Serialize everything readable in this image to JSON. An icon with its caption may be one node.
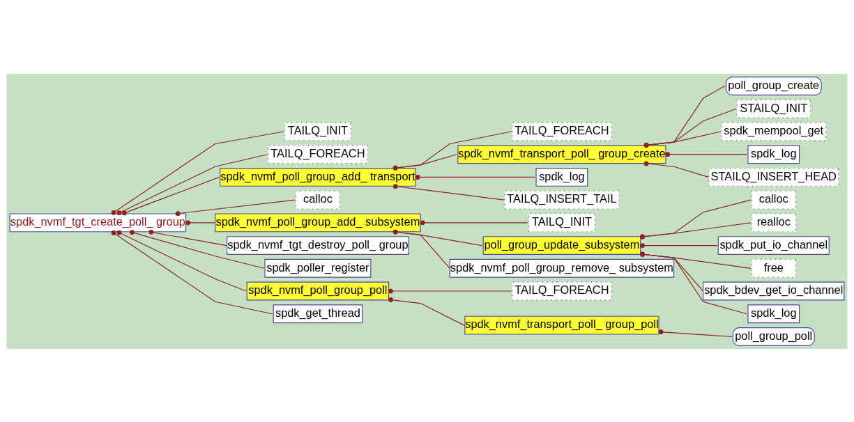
{
  "diagram": {
    "nodes": [
      {
        "text": [
          "spdk_nvmf_tgt_create_poll_ group"
        ]
      },
      {
        "text": [
          "TAILQ_INIT"
        ]
      },
      {
        "text": [
          "TAILQ_FOREACH"
        ]
      },
      {
        "text": [
          "spdk_nvmf_poll_group_add_ transport"
        ]
      },
      {
        "text": [
          "calloc"
        ]
      },
      {
        "text": [
          "spdk_nvmf_poll_group_add_ subsystem"
        ]
      },
      {
        "text": [
          "spdk_nvmf_tgt_destroy_poll_ group"
        ]
      },
      {
        "text": [
          "spdk_poller_register"
        ]
      },
      {
        "text": [
          "spdk_nvmf_poll_group_poll"
        ]
      },
      {
        "text": [
          "spdk_get_thread"
        ]
      },
      {
        "text": [
          "TAILQ_FOREACH"
        ]
      },
      {
        "text": [
          "spdk_nvmf_transport_poll_ group_create"
        ]
      },
      {
        "text": [
          "spdk_log"
        ]
      },
      {
        "text": [
          "TAILQ_INSERT_TAIL"
        ]
      },
      {
        "text": [
          "poll_group_create"
        ]
      },
      {
        "text": [
          "STAILQ_INIT"
        ]
      },
      {
        "text": [
          "spdk_mempool_get"
        ]
      },
      {
        "text": [
          "spdk_log"
        ]
      },
      {
        "text": [
          "STAILQ_INSERT_HEAD"
        ]
      },
      {
        "text": [
          "TAILQ_INIT"
        ]
      },
      {
        "text": [
          "poll_group_update_subsystem"
        ]
      },
      {
        "text": [
          "spdk_nvmf_poll_group_remove_ subsystem"
        ]
      },
      {
        "text": [
          "calloc"
        ]
      },
      {
        "text": [
          "realloc"
        ]
      },
      {
        "text": [
          "spdk_put_io_channel"
        ]
      },
      {
        "text": [
          "free"
        ]
      },
      {
        "text": [
          "spdk_bdev_get_io_channel"
        ]
      },
      {
        "text": [
          "spdk_log"
        ]
      },
      {
        "text": [
          "TAILQ_FOREACH"
        ]
      },
      {
        "text": [
          "spdk_nvmf_transport_poll_ group_poll"
        ]
      },
      {
        "text": [
          "poll_group_poll"
        ]
      }
    ],
    "edges": [
      {
        "from": 0,
        "to": 1,
        "arrow": "other"
      },
      {
        "from": 0,
        "to": 2,
        "arrow": "other"
      },
      {
        "from": 0,
        "to": 3,
        "arrow": "other"
      },
      {
        "from": 0,
        "to": 4,
        "arrow": "other"
      },
      {
        "from": 0,
        "to": 5,
        "arrow": "other"
      },
      {
        "from": 0,
        "to": 6,
        "arrow": "other"
      },
      {
        "from": 0,
        "to": 7,
        "arrow": "other"
      },
      {
        "from": 0,
        "to": 8,
        "arrow": "other"
      },
      {
        "from": 0,
        "to": 9,
        "arrow": "other"
      },
      {
        "from": 3,
        "to": 10,
        "arrow": "other"
      },
      {
        "from": 3,
        "to": 11,
        "arrow": "other"
      },
      {
        "from": 3,
        "to": 12,
        "arrow": "other"
      },
      {
        "from": 3,
        "to": 13,
        "arrow": "other"
      },
      {
        "from": 11,
        "to": 14,
        "arrow": "other"
      },
      {
        "from": 11,
        "to": 15,
        "arrow": "other"
      },
      {
        "from": 11,
        "to": 16,
        "arrow": "other"
      },
      {
        "from": 11,
        "to": 17,
        "arrow": "other"
      },
      {
        "from": 11,
        "to": 18,
        "arrow": "other"
      },
      {
        "from": 5,
        "to": 19,
        "arrow": "other"
      },
      {
        "from": 5,
        "to": 20,
        "arrow": "other"
      },
      {
        "from": 5,
        "to": 21,
        "arrow": "other"
      },
      {
        "from": 20,
        "to": 22,
        "arrow": "other"
      },
      {
        "from": 20,
        "to": 23,
        "arrow": "other"
      },
      {
        "from": 20,
        "to": 24,
        "arrow": "other"
      },
      {
        "from": 20,
        "to": 25,
        "arrow": "other"
      },
      {
        "from": 20,
        "to": 26,
        "arrow": "other"
      },
      {
        "from": 20,
        "to": 27,
        "arrow": "other"
      },
      {
        "from": 8,
        "to": 28,
        "arrow": "other"
      },
      {
        "from": 8,
        "to": 29,
        "arrow": "other"
      },
      {
        "from": 29,
        "to": 30,
        "arrow": "other"
      }
    ]
  }
}
